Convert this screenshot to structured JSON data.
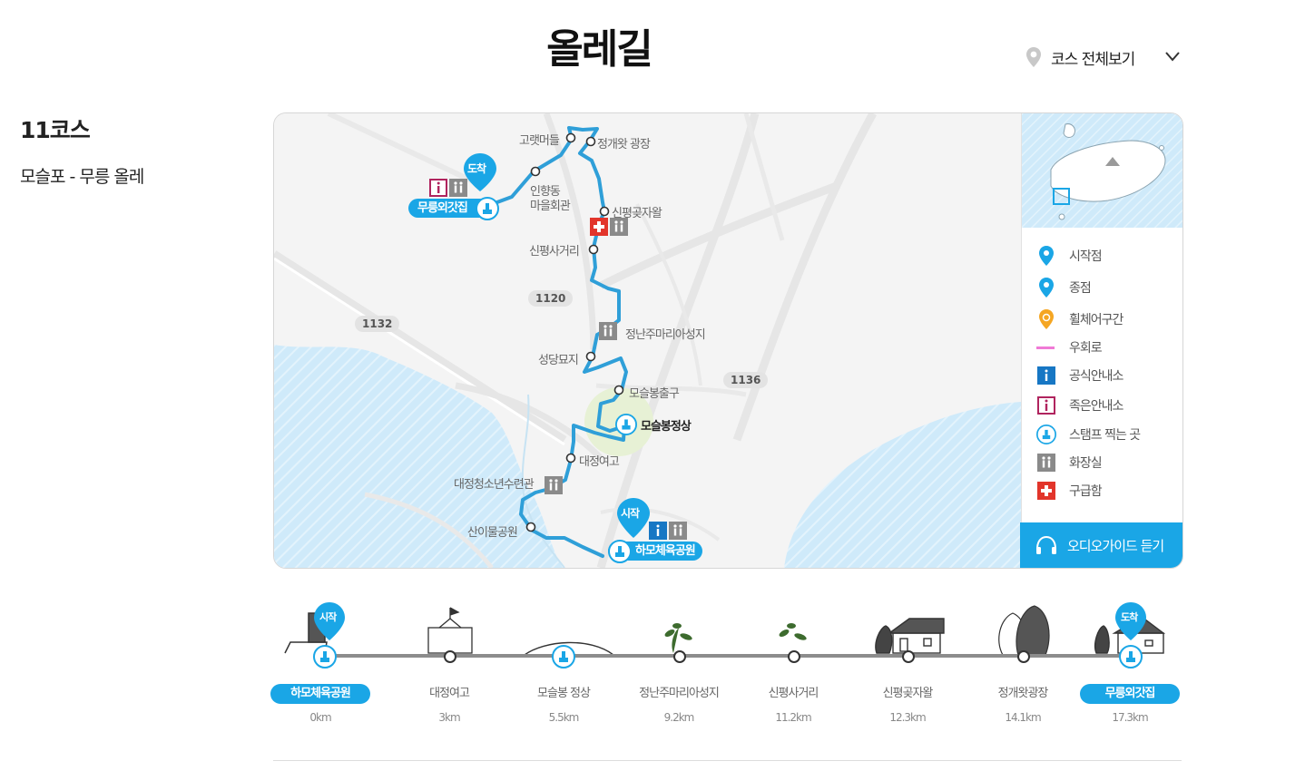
{
  "page": {
    "title": "올레길"
  },
  "course_select": {
    "label": "코스 전체보기"
  },
  "course": {
    "number": "11코스",
    "name": "모슬포 - 무릉 올레"
  },
  "map": {
    "pins": {
      "start": "시작",
      "end": "도착"
    },
    "places": {
      "goraetmeodeul": "고랫머들",
      "jeonggaewat_square": "정개왓 광장",
      "inhyangdong": "인향동",
      "village_hall": "마을회관",
      "sinpyeong_gotjawal": "신평곶자왈",
      "sinpyeong_crossroad": "신평사거리",
      "jeongnan": "정난주마리아성지",
      "seongdang": "성당묘지",
      "moseulbong_exit": "모슬봉출구",
      "moseulbong_top": "모슬봉정상",
      "daejeong_girls_high": "대정여고",
      "youth_center": "대정청소년수련관",
      "sanimul_park": "산이물공원",
      "hamo_park": "하모체육공원",
      "mureung_house": "무릉외갓집"
    },
    "roads": [
      "1120",
      "1132",
      "1136"
    ]
  },
  "legend": {
    "items": [
      {
        "label": "시작점",
        "icon": "start-pin-icon"
      },
      {
        "label": "종점",
        "icon": "end-pin-icon"
      },
      {
        "label": "휠체어구간",
        "icon": "wheelchair-icon"
      },
      {
        "label": "우회로",
        "icon": "detour-line-icon"
      },
      {
        "label": "공식안내소",
        "icon": "official-info-icon"
      },
      {
        "label": "족은안내소",
        "icon": "small-info-icon"
      },
      {
        "label": "스탬프 찍는 곳",
        "icon": "stamp-icon"
      },
      {
        "label": "화장실",
        "icon": "restroom-icon"
      },
      {
        "label": "구급함",
        "icon": "first-aid-icon"
      }
    ],
    "audio_label": "오디오가이드 듣기"
  },
  "timeline": {
    "start_badge": "시작",
    "end_badge": "도착",
    "stops": [
      {
        "name": "하모체육공원",
        "dist": "0km"
      },
      {
        "name": "대정여고",
        "dist": "3km"
      },
      {
        "name": "모슬봉 정상",
        "dist": "5.5km"
      },
      {
        "name": "정난주마리아성지",
        "dist": "9.2km"
      },
      {
        "name": "신평사거리",
        "dist": "11.2km"
      },
      {
        "name": "신평곶자왈",
        "dist": "12.3km"
      },
      {
        "name": "정개왓광장",
        "dist": "14.1km"
      },
      {
        "name": "무릉외갓집",
        "dist": "17.3km"
      }
    ]
  },
  "colors": {
    "accent": "#1aa6e6",
    "route": "#2f9fd8",
    "first_aid": "#e2352b",
    "small_info": "#b0245e",
    "official_info": "#1777c4",
    "wheelchair": "#f5a623",
    "detour": "#f07ad6"
  }
}
